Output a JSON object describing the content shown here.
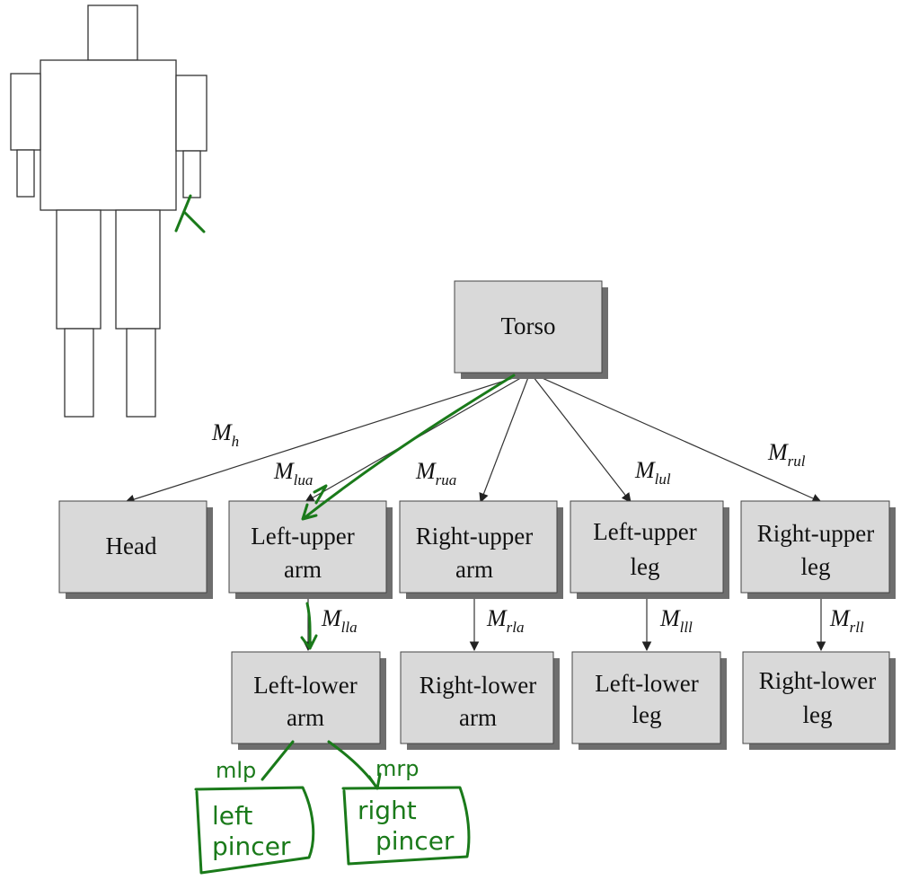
{
  "nodes": {
    "torso": "Torso",
    "head": "Head",
    "left_upper_arm": [
      "Left-upper",
      "arm"
    ],
    "right_upper_arm": [
      "Right-upper",
      "arm"
    ],
    "left_upper_leg": [
      "Left-upper",
      "leg"
    ],
    "right_upper_leg": [
      "Right-upper",
      "leg"
    ],
    "left_lower_arm": [
      "Left-lower",
      "arm"
    ],
    "right_lower_arm": [
      "Right-lower",
      "arm"
    ],
    "left_lower_leg": [
      "Left-lower",
      "leg"
    ],
    "right_lower_leg": [
      "Right-lower",
      "leg"
    ]
  },
  "edge_labels": {
    "head": {
      "base": "M",
      "sub": "h"
    },
    "left_upper_arm": {
      "base": "M",
      "sub": "lua"
    },
    "right_upper_arm": {
      "base": "M",
      "sub": "rua"
    },
    "left_upper_leg": {
      "base": "M",
      "sub": "lul"
    },
    "right_upper_leg": {
      "base": "M",
      "sub": "rul"
    },
    "left_lower_arm": {
      "base": "M",
      "sub": "lla"
    },
    "right_lower_arm": {
      "base": "M",
      "sub": "rla"
    },
    "left_lower_leg": {
      "base": "M",
      "sub": "lll"
    },
    "right_lower_leg": {
      "base": "M",
      "sub": "rll"
    }
  },
  "handwritten": {
    "left_edge_label": "mlp",
    "right_edge_label": "mrp",
    "left_pincer": [
      "left",
      "pincer"
    ],
    "right_pincer": [
      "right",
      "pincer"
    ]
  },
  "colors": {
    "node_fill": "#d9d9d9",
    "node_shadow": "#6e6e6e",
    "annotation": "#1a7a1a"
  }
}
